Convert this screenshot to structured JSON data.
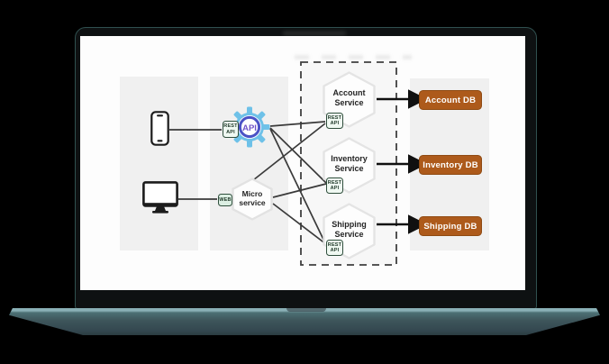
{
  "colors": {
    "db_box": "#ad5a1b",
    "gear_blue": "#6ec1e8",
    "gear_ring_indigo": "#4a52c6",
    "api_text_purple": "#7156c9",
    "badge_mint": "#f0f9f2",
    "badge_border_green": "#2f4e3c",
    "panel_gray": "#f0f0f0",
    "connector_dark": "#3a3a3a",
    "laptop_base_teal": "#3e565b"
  },
  "diagram": {
    "gateway": {
      "gear_label": "API",
      "badge": [
        "REST",
        "API"
      ]
    },
    "microservice": {
      "label": [
        "Micro",
        "service"
      ],
      "badge": "WEB"
    },
    "services": [
      {
        "name": [
          "Account",
          "Service"
        ],
        "badge": [
          "REST",
          "API"
        ],
        "db": "Account DB"
      },
      {
        "name": [
          "Inventory",
          "Service"
        ],
        "badge": [
          "REST",
          "API"
        ],
        "db": "Inventory DB"
      },
      {
        "name": [
          "Shipping",
          "Service"
        ],
        "badge": [
          "REST",
          "API"
        ],
        "db": "Shipping DB"
      }
    ]
  }
}
